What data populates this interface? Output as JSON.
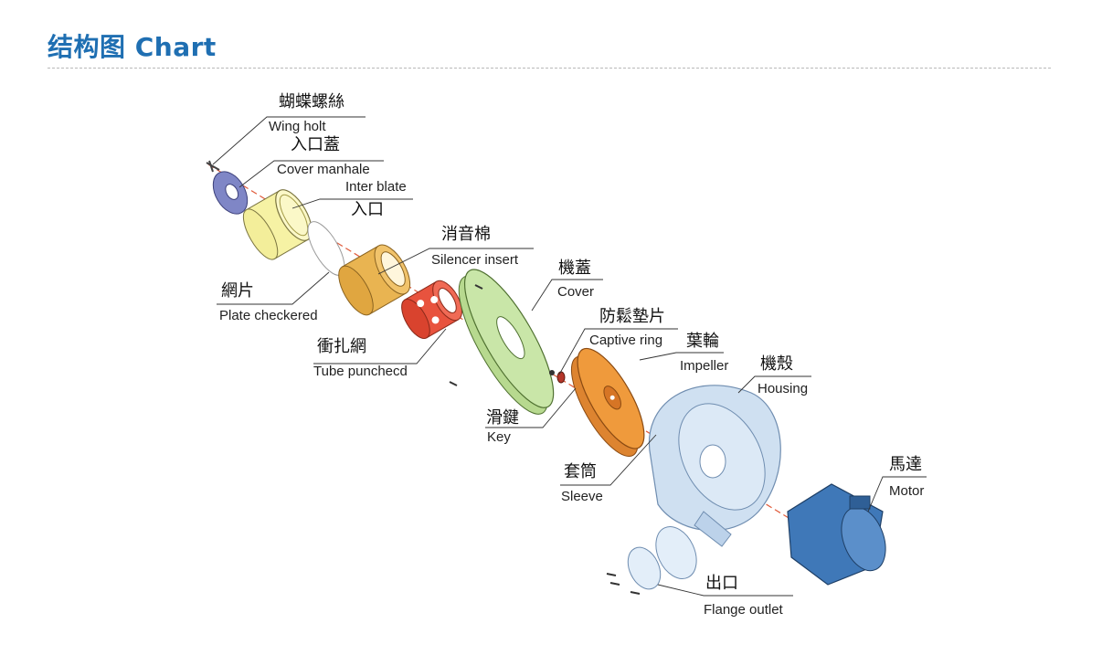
{
  "header": {
    "title": "结构图 Chart"
  },
  "parts": [
    {
      "id": "wing-bolt",
      "zh": "蝴蝶螺絲",
      "en": "Wing holt"
    },
    {
      "id": "cover-manhole",
      "zh": "入口蓋",
      "en": "Cover manhale"
    },
    {
      "id": "inter-plate",
      "zh": "入口",
      "en": "Inter blate"
    },
    {
      "id": "plate-checkered",
      "zh": "網片",
      "en": "Plate checkered"
    },
    {
      "id": "silencer-insert",
      "zh": "消音棉",
      "en": "Silencer insert"
    },
    {
      "id": "tube-punched",
      "zh": "衝扎網",
      "en": "Tube punchecd"
    },
    {
      "id": "cover",
      "zh": "機蓋",
      "en": "Cover"
    },
    {
      "id": "captive-ring",
      "zh": "防鬆墊片",
      "en": "Captive ring"
    },
    {
      "id": "impeller",
      "zh": "葉輪",
      "en": "Impeller"
    },
    {
      "id": "housing",
      "zh": "機殼",
      "en": "Housing"
    },
    {
      "id": "key",
      "zh": "滑鍵",
      "en": "Key"
    },
    {
      "id": "sleeve",
      "zh": "套筒",
      "en": "Sleeve"
    },
    {
      "id": "motor",
      "zh": "馬達",
      "en": "Motor"
    },
    {
      "id": "flange-outlet",
      "zh": "出口",
      "en": "Flange outlet"
    }
  ],
  "colors": {
    "title": "#1f6fb2",
    "wing_bolt_disc": "#7f86c6",
    "cover_manhole": "#f6f2a4",
    "silencer": "#e9b451",
    "tube": "#e8533e",
    "cover": "#c9e6a8",
    "impeller": "#ef9a3c",
    "housing": "#cfe0f1",
    "motor": "#3f78b8",
    "axis": "#e05a3a"
  }
}
